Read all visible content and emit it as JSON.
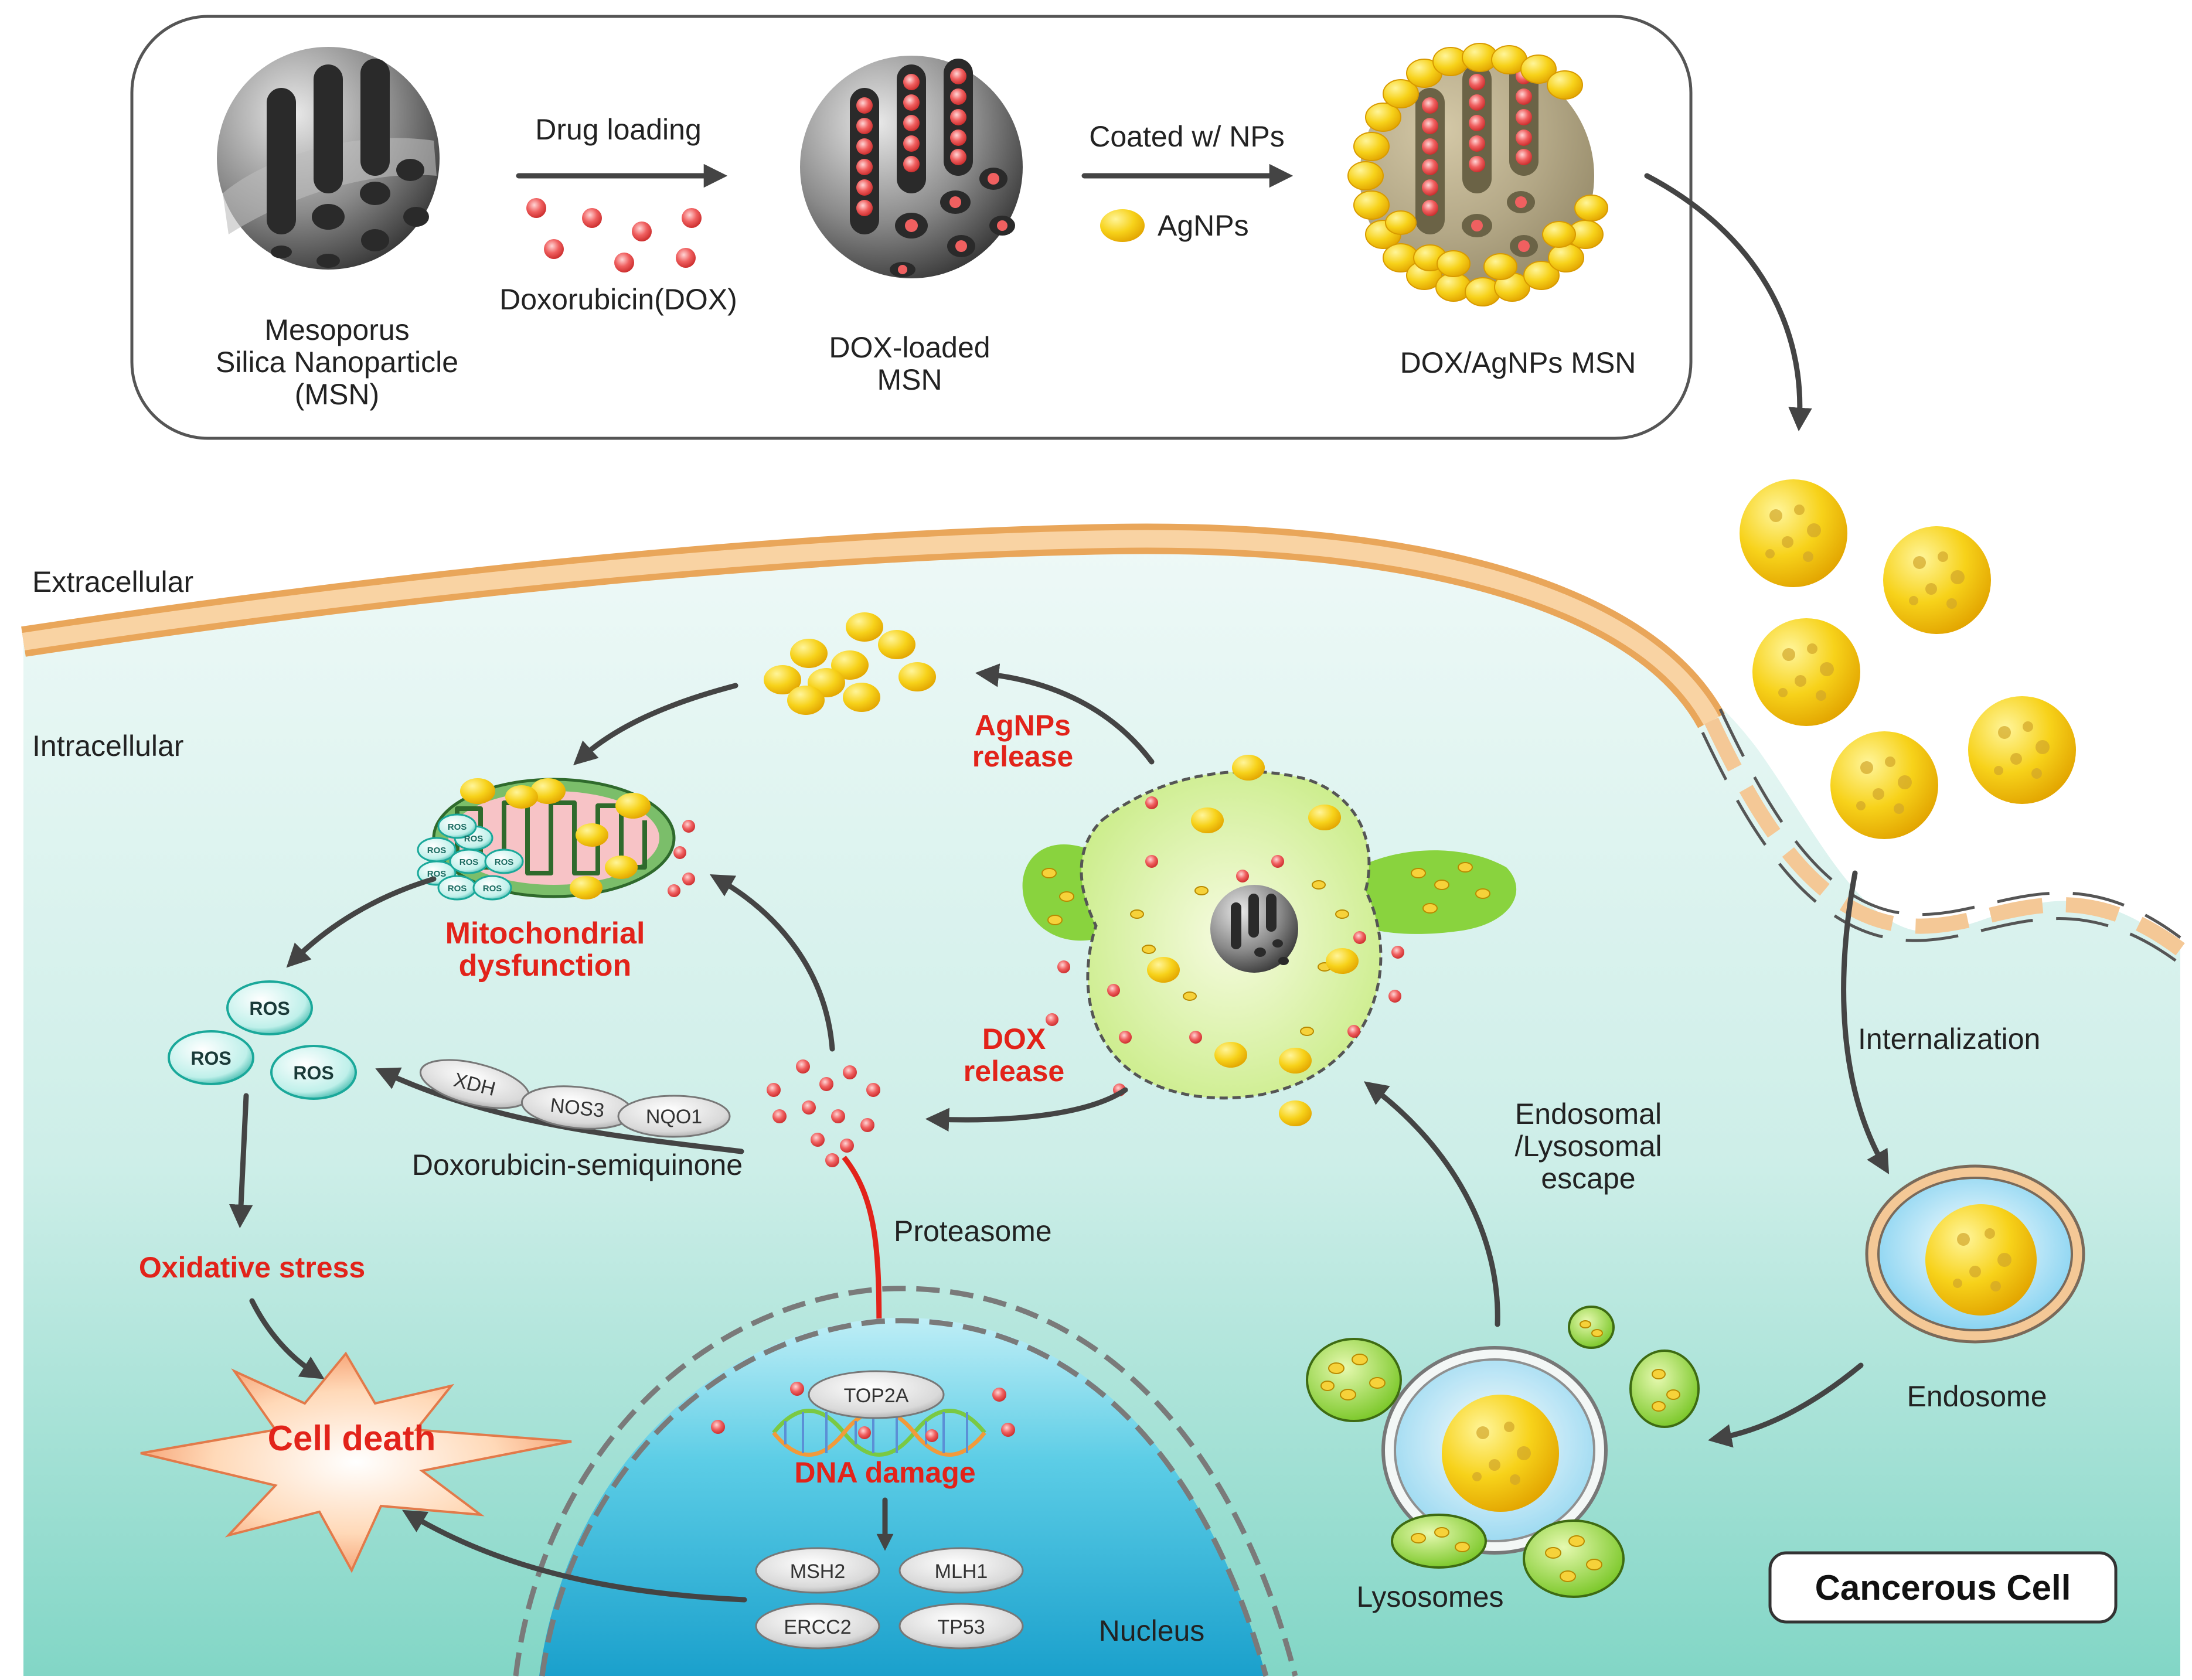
{
  "synthesis": {
    "msn_label": [
      "Mesoporus",
      "Silica Nanoparticle",
      "(MSN)"
    ],
    "step1_label": "Drug loading",
    "dox_label": "Doxorubicin(DOX)",
    "dox_loaded_label": [
      "DOX-loaded",
      "MSN"
    ],
    "step2_label": "Coated w/ NPs",
    "agnps_legend": "AgNPs",
    "final_label": "DOX/AgNPs MSN"
  },
  "cell": {
    "extracellular": "Extracellular",
    "intracellular": "Intracellular",
    "internalization": "Internalization",
    "endosome": "Endosome",
    "lysosomes": "Lysosomes",
    "escape_label": [
      "Endosomal",
      "/Lysosomal",
      "escape"
    ],
    "agnps_release": [
      "AgNPs",
      "release"
    ],
    "dox_release": [
      "DOX",
      "release"
    ],
    "mito_dysfunction": [
      "Mitochondrial",
      "dysfunction"
    ],
    "ros": "ROS",
    "genes_semiquinone": [
      "XDH",
      "NOS3",
      "NQO1"
    ],
    "semiquinone_label": "Doxorubicin-semiquinone",
    "proteasome": "Proteasome",
    "top2a": "TOP2A",
    "dna_damage": "DNA damage",
    "repair_genes": [
      "MSH2",
      "MLH1",
      "ERCC2",
      "TP53"
    ],
    "nucleus": "Nucleus",
    "oxidative_stress": "Oxidative stress",
    "cell_death": "Cell death",
    "cancer_cell": "Cancerous Cell"
  },
  "colors": {
    "membrane": "#f3b26a",
    "cytoplasm_top": "#eaf8f6",
    "cytoplasm_bottom": "#8fdacc",
    "nucleus": "#29b6d6",
    "dox_red": "#f05a5a",
    "silver_np": "#f5c000",
    "lysosome_green": "#8ed62c",
    "label_red": "#e2231a",
    "ros_teal": "#1aa89a"
  }
}
